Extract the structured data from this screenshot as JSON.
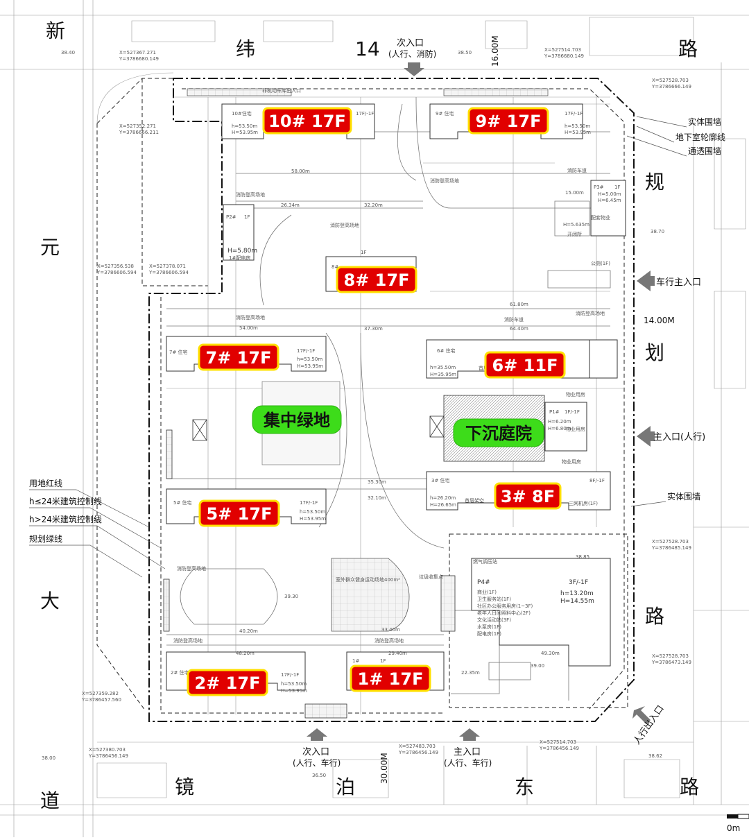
{
  "roads": {
    "north": [
      "纬",
      "14",
      "路"
    ],
    "west": [
      "新",
      "元",
      "大",
      "道"
    ],
    "east": [
      "规",
      "划",
      "路"
    ],
    "south": [
      "镜",
      "泊",
      "东",
      "路"
    ]
  },
  "road_widths": {
    "north": "16.00M",
    "east": "14.00M",
    "south": "30.00M"
  },
  "entrances": {
    "north_secondary": [
      "次入口",
      "(人行、消防)"
    ],
    "east_vehicle_main": "车行主入口",
    "east_main_pedestrian": "主入口(人行)",
    "east_pedestrian_exit": "人行出入口",
    "south_secondary": [
      "次入口",
      "(人行、车行)"
    ],
    "south_main": [
      "主入口",
      "(人行、车行)"
    ]
  },
  "legend_right": [
    "实体围墙",
    "地下室轮廓线",
    "通透围墙"
  ],
  "legend_right_lower": "实体围墙",
  "legend_left": [
    "用地红线",
    "h≤24米建筑控制线",
    "h>24米建筑控制线",
    "规划绿线"
  ],
  "buildings": [
    {
      "id": "b10",
      "label": "10# 17F",
      "tag": "10#住宅",
      "floors": "17F/-1F",
      "h": "h=53.50m",
      "H": "H=53.95m"
    },
    {
      "id": "b9",
      "label": "9# 17F",
      "tag": "9# 住宅",
      "floors": "17F/-1F",
      "h": "h=53.50m",
      "H": "H=53.95m"
    },
    {
      "id": "b8",
      "label": "8# 17F",
      "tag": "8#",
      "floors": "1F",
      "h": "",
      "H": ""
    },
    {
      "id": "b7",
      "label": "7# 17F",
      "tag": "7# 住宅",
      "floors": "17F/-1F",
      "h": "h=53.50m",
      "H": "H=53.95m"
    },
    {
      "id": "b6",
      "label": "6# 11F",
      "tag": "6# 住宅",
      "floors": "",
      "h": "h=35.50m",
      "H": "H=35.95m"
    },
    {
      "id": "b5",
      "label": "5# 17F",
      "tag": "5# 住宅",
      "floors": "17F/-1F",
      "h": "h=53.50m",
      "H": "H=53.95m"
    },
    {
      "id": "b3",
      "label": "3# 8F",
      "tag": "3# 住宅",
      "floors": "8F/-1F",
      "h": "h=26.20m",
      "H": "H=26.65m"
    },
    {
      "id": "b2",
      "label": "2# 17F",
      "tag": "2# 住宅",
      "floors": "17F/-1F",
      "h": "h=53.50m",
      "H": "H=53.95m"
    },
    {
      "id": "b1",
      "label": "1# 17F",
      "tag": "1#",
      "floors": "1F",
      "h": "",
      "H": ""
    }
  ],
  "green_labels": {
    "central_green": "集中绿地",
    "sunken_court": "下沉庭院"
  },
  "p4": {
    "title": "P4#",
    "floors": "3F/-1F",
    "h": "h=13.20m",
    "H": "H=14.55m",
    "uses": [
      "商业(1F)",
      "卫生服务站(1F)",
      "社区办公服务用房(1~3F)",
      "老年人日间照料中心(2F)",
      "文化活动站(3F)",
      "水泵房(1F)",
      "配电房(1F)"
    ]
  },
  "p3": {
    "title": "P3#",
    "floors": "1F",
    "h": "H=5.00m",
    "H": "H=6.45m",
    "extra": [
      "H=5.635m",
      "配套物业",
      "开闭所"
    ],
    "public": "公厕(1F)"
  },
  "p2": {
    "title": "P2#",
    "floors": "1F",
    "h": "H=5.80m",
    "note": "1#配电房"
  },
  "p1": {
    "title": "P1#",
    "floors": "1F/-1F",
    "h": "H=6.20m",
    "H": "H=6.80m",
    "uses": [
      "物业用房",
      "物业用房",
      "物业用房"
    ]
  },
  "site_labels": {
    "fire_area": "消防登高场地",
    "fire_lane": "消防车道",
    "plaza": "室外群众健身运动场地400m²",
    "garbage": "垃圾收集点",
    "nonmotor": "非机动车库出入口",
    "lift": "首层架空",
    "tri": "三网机房(1F)",
    "gas": "燃气调压站"
  },
  "dimensions": [
    "58.00m",
    "54.00m",
    "61.80m",
    "64.40m",
    "40.20m",
    "48.20m",
    "33.40m",
    "29.40m",
    "49.30m",
    "35.30m",
    "32.10m",
    "26.34m",
    "32.20m",
    "37.30m",
    "15.00m",
    "22.35m"
  ],
  "elevations": [
    "38.40",
    "38.50",
    "38.70",
    "38.85",
    "38.00",
    "36.50",
    "38.62",
    "39.30",
    "39.00"
  ],
  "coords": [
    {
      "x": "X=527367.271",
      "y": "Y=3786680.149"
    },
    {
      "x": "X=527514.703",
      "y": "Y=3786680.149"
    },
    {
      "x": "X=527528.703",
      "y": "Y=3786666.149"
    },
    {
      "x": "X=527352.271",
      "y": "Y=3786666.211"
    },
    {
      "x": "X=527356.538",
      "y": "Y=3786606.594"
    },
    {
      "x": "X=527378.071",
      "y": "Y=3786606.594"
    },
    {
      "x": "X=527528.703",
      "y": "Y=3786485.149"
    },
    {
      "x": "X=527528.703",
      "y": "Y=3786473.149"
    },
    {
      "x": "X=527359.282",
      "y": "Y=3786457.560"
    },
    {
      "x": "X=527380.703",
      "y": "Y=3786456.149"
    },
    {
      "x": "X=527483.703",
      "y": "Y=3786456.149"
    },
    {
      "x": "X=527514.703",
      "y": "Y=3786456.149"
    }
  ],
  "scale_label": "0m",
  "colors": {
    "building_badge": "#e10000",
    "badge_outline": "#ffe000",
    "green_badge": "#3ddc1a"
  }
}
